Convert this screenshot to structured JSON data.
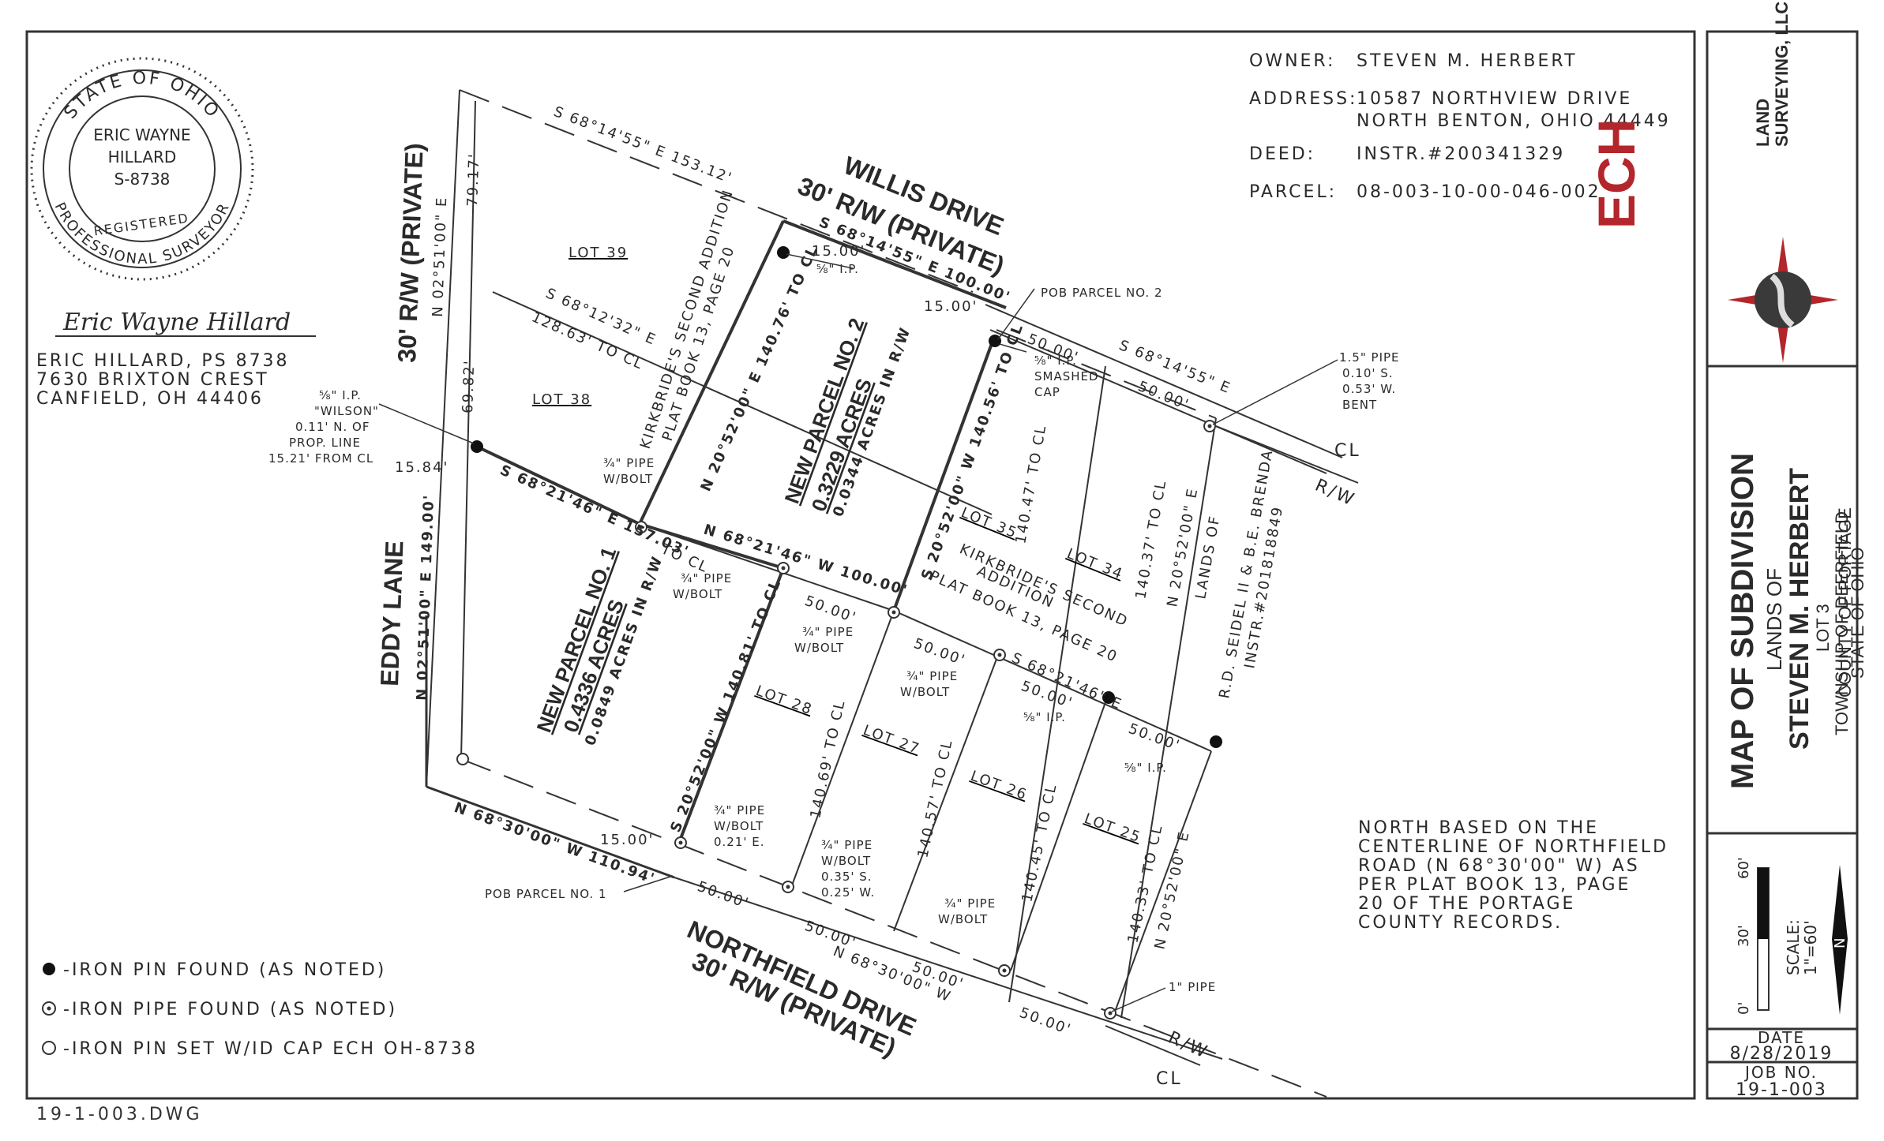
{
  "seal": {
    "ring_top": "STATE OF OHIO",
    "ring_bottom": "PROFESSIONAL SURVEYOR",
    "registered": "REGISTERED",
    "name1": "ERIC WAYNE",
    "name2": "HILLARD",
    "number": "S-8738",
    "signature": "Eric Wayne Hillard"
  },
  "surveyor": {
    "line1": "ERIC HILLARD, PS 8738",
    "line2": "7630 BRIXTON CREST",
    "line3": "CANFIELD, OH 44406"
  },
  "owner_block": {
    "owner_label": "OWNER:",
    "owner_value": "STEVEN M. HERBERT",
    "address_label": "ADDRESS:",
    "address_value1": "10587 NORTHVIEW DRIVE",
    "address_value2": "NORTH BENTON, OHIO 44449",
    "deed_label": "DEED:",
    "deed_value": "INSTR.#200341329",
    "parcel_label": "PARCEL:",
    "parcel_value": "08-003-10-00-046-002"
  },
  "roads": {
    "willis1": "WILLIS DRIVE",
    "willis2": "30' R/W (PRIVATE)",
    "west_rw": "30' R/W (PRIVATE)",
    "eddy": "EDDY LANE",
    "northfield1": "NORTHFIELD DRIVE",
    "northfield2": "30' R/W (PRIVATE)",
    "rw": "R/W",
    "cl": "CL"
  },
  "bearings": {
    "north_line": "S 68°14'55\" E 153.12'",
    "west_line": "N 02°51'00\" E",
    "d7917": "79.17'",
    "d6982": "69.82'",
    "lot_line_39": "S 68°12'32\" E",
    "d12863": "128.63' TO CL",
    "parcel_line": "S 68°21'46\" E 157.03'",
    "to_cl": "TO CL",
    "eddy_line": "N 02°51'00\" E 149.00'",
    "willis_line": "S 68°14'55\" E 100.00'",
    "west_p2": "N 20°52'00\" E 140.76' TO CL",
    "east_p2": "S 20°52'00\" W 140.56' TO CL",
    "mid_line": "N 68°21'46\" W 100.00'",
    "west_p1": "S 20°52'00\" W 140.81' TO CL",
    "south_line": "N 68°30'00\" W 110.94'",
    "d1500": "15.00'",
    "d1584": "15.84'",
    "d5000": "50.00'",
    "east_line": "S 68°14'55\" E",
    "mid_east": "S 68°21'46\" E",
    "nf_line": "N 68°30'00\" W",
    "l14047": "140.47' TO CL",
    "l14037": "140.37' TO CL",
    "l14069": "140.69' TO CL",
    "l14057": "140.57' TO CL",
    "l14045": "140.45' TO CL",
    "l14033": "140.33' TO CL",
    "ne2052": "N 20°52'00\" E"
  },
  "parcels": {
    "p1_name": "NEW PARCEL NO. 1",
    "p1_acres": "0.4336 ACRES",
    "p1_rw": "0.0849 ACRES IN R/W",
    "p2_name": "NEW PARCEL NO. 2",
    "p2_acres": "0.3229 ACRES",
    "p2_rw": "0.0344 ACRES IN R/W"
  },
  "lots": {
    "l39": "LOT 39",
    "l38": "LOT 38",
    "l35": "LOT 35",
    "l34": "LOT 34",
    "l28": "LOT 28",
    "l27": "LOT 27",
    "l26": "LOT 26",
    "l25": "LOT 25"
  },
  "plat": {
    "a1": "KIRKBRIDE'S SECOND ADDITION",
    "a2": "PLAT BOOK 13, PAGE 20",
    "b1": "KIRKBRIDE'S SECOND",
    "b2": "ADDITION",
    "b3": "PLAT BOOK 13, PAGE 20"
  },
  "adjoiner": {
    "l1": "LANDS OF",
    "l2": "R.D. SEIDEL II & B.E. BRENDA",
    "l3": "INSTR.#201818849"
  },
  "monuments": {
    "ip58_wilson": "⅝\" I.P.",
    "wilson": "\"WILSON\"",
    "wilson2": "0.11' N. OF",
    "wilson3": "PROP. LINE",
    "wilson4": "15.21' FROM CL",
    "ip58": "⅝\" I.P.",
    "ip58_smashed": "⅝\" I.P.",
    "smashed": "SMASHED",
    "cap": "CAP",
    "pipe34": "¾\" PIPE",
    "wbolt": "W/BOLT",
    "wbolt021": "0.21' E.",
    "d035": "0.35' S.",
    "d025": "0.25' W.",
    "pipe15": "1.5\" PIPE",
    "p15a": "0.10' S.",
    "p15b": "0.53' W.",
    "bent": "BENT",
    "pipe1": "1\" PIPE",
    "pob1": "POB PARCEL NO. 1",
    "pob2": "POB PARCEL NO. 2"
  },
  "legend": {
    "found_pin": "-IRON PIN FOUND (AS NOTED)",
    "found_pipe": "-IRON PIPE FOUND (AS NOTED)",
    "set_pin": "-IRON PIN SET W/ID CAP ECH OH-8738"
  },
  "basis_note": [
    "NORTH BASED ON THE",
    "CENTERLINE OF NORTHFIELD",
    "ROAD (N 68°30'00\" W) AS",
    "PER PLAT BOOK 13, PAGE",
    "20 OF THE PORTAGE",
    "COUNTY RECORDS."
  ],
  "title_block": {
    "company1": "ECH",
    "company2": "LAND",
    "company3": "SURVEYING, LLC",
    "title": "MAP OF SUBDIVISION",
    "lands_of": "LANDS OF",
    "owner": "STEVEN M. HERBERT",
    "lot": "LOT 3",
    "township": "TOWNSHIP OF DEERFIELD",
    "county": "COUNTY OF PORTAGE",
    "state": "STATE OF OHIO",
    "scale_label": "SCALE:",
    "scale_value": "1\"=60'",
    "scale_0": "0'",
    "scale_30": "30'",
    "scale_60": "60'",
    "north": "N",
    "date_label": "DATE",
    "date_value": "8/28/2019",
    "job_label": "JOB NO.",
    "job_value": "19-1-003"
  },
  "file_ref": "19-1-003.DWG"
}
